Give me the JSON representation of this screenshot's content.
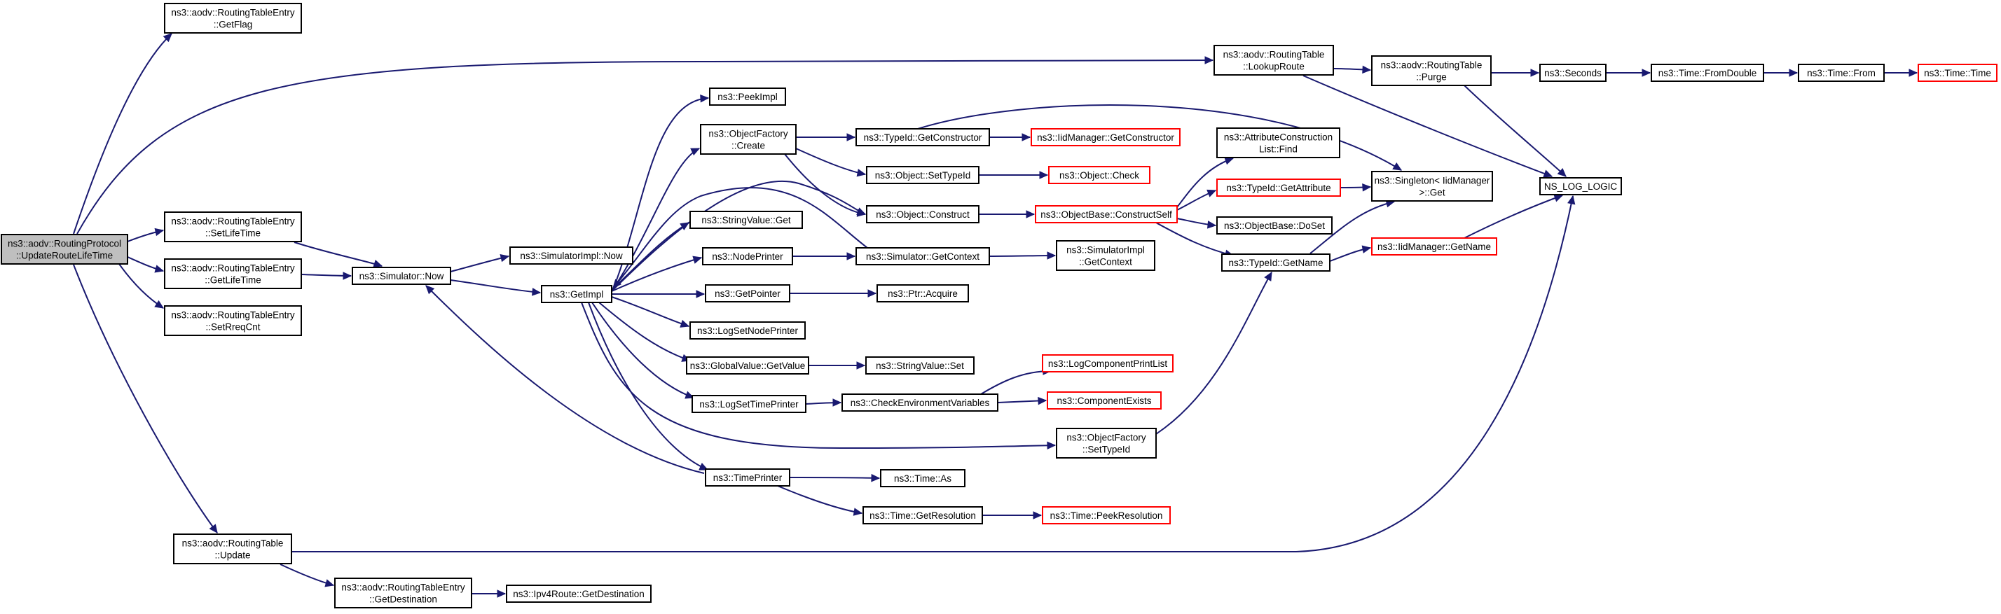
{
  "colors": {
    "edge": "#191970",
    "node_border": "#000000",
    "node_border_truncated": "#ff0000",
    "node_fill": "#ffffff",
    "root_fill": "#bfbfbf"
  },
  "nodes": {
    "root": {
      "lines": [
        "ns3::aodv::RoutingProtocol",
        "::UpdateRouteLifeTime"
      ]
    },
    "getflag": {
      "lines": [
        "ns3::aodv::RoutingTableEntry",
        "::GetFlag"
      ]
    },
    "lookuproute": {
      "lines": [
        "ns3::aodv::RoutingTable",
        "::LookupRoute"
      ]
    },
    "purge": {
      "lines": [
        "ns3::aodv::RoutingTable",
        "::Purge"
      ]
    },
    "seconds": {
      "lines": [
        "ns3::Seconds"
      ]
    },
    "fromdouble": {
      "lines": [
        "ns3::Time::FromDouble"
      ]
    },
    "timefrom": {
      "lines": [
        "ns3::Time::From"
      ]
    },
    "timetime": {
      "lines": [
        "ns3::Time::Time"
      ]
    },
    "nslog": {
      "lines": [
        "NS_LOG_LOGIC"
      ]
    },
    "setlifetime": {
      "lines": [
        "ns3::aodv::RoutingTableEntry",
        "::SetLifeTime"
      ]
    },
    "getlifetime": {
      "lines": [
        "ns3::aodv::RoutingTableEntry",
        "::GetLifeTime"
      ]
    },
    "setrreqcnt": {
      "lines": [
        "ns3::aodv::RoutingTableEntry",
        "::SetRreqCnt"
      ]
    },
    "simnow": {
      "lines": [
        "ns3::Simulator::Now"
      ]
    },
    "simimplnow": {
      "lines": [
        "ns3::SimulatorImpl::Now"
      ]
    },
    "getimpl": {
      "lines": [
        "ns3::GetImpl"
      ]
    },
    "peekimpl": {
      "lines": [
        "ns3::PeekImpl"
      ]
    },
    "ofcreate": {
      "lines": [
        "ns3::ObjectFactory",
        "::Create"
      ]
    },
    "tidgetctor": {
      "lines": [
        "ns3::TypeId::GetConstructor"
      ]
    },
    "iidgetctor": {
      "lines": [
        "ns3::IidManager::GetConstructor"
      ]
    },
    "objsettypeid": {
      "lines": [
        "ns3::Object::SetTypeId"
      ]
    },
    "objcheck": {
      "lines": [
        "ns3::Object::Check"
      ]
    },
    "objconstruct": {
      "lines": [
        "ns3::Object::Construct"
      ]
    },
    "obconstructself": {
      "lines": [
        "ns3::ObjectBase::ConstructSelf"
      ]
    },
    "attrfind": {
      "lines": [
        "ns3::AttributeConstruction",
        "List::Find"
      ]
    },
    "tidgetattr": {
      "lines": [
        "ns3::TypeId::GetAttribute"
      ]
    },
    "singleton": {
      "lines": [
        "ns3::Singleton< IidManager",
        ">::Get"
      ]
    },
    "obdoset": {
      "lines": [
        "ns3::ObjectBase::DoSet"
      ]
    },
    "tidgetname": {
      "lines": [
        "ns3::TypeId::GetName"
      ]
    },
    "iidgetname": {
      "lines": [
        "ns3::IidManager::GetName"
      ]
    },
    "strvalget": {
      "lines": [
        "ns3::StringValue::Get"
      ]
    },
    "nodeprinter": {
      "lines": [
        "ns3::NodePrinter"
      ]
    },
    "simgetctx": {
      "lines": [
        "ns3::Simulator::GetContext"
      ]
    },
    "simimplgetctx": {
      "lines": [
        "ns3::SimulatorImpl",
        "::GetContext"
      ]
    },
    "getpointer": {
      "lines": [
        "ns3::GetPointer"
      ]
    },
    "ptracquire": {
      "lines": [
        "ns3::Ptr::Acquire"
      ]
    },
    "logsetnode": {
      "lines": [
        "ns3::LogSetNodePrinter"
      ]
    },
    "gvgetvalue": {
      "lines": [
        "ns3::GlobalValue::GetValue"
      ]
    },
    "strvalset": {
      "lines": [
        "ns3::StringValue::Set"
      ]
    },
    "logsettime": {
      "lines": [
        "ns3::LogSetTimePrinter"
      ]
    },
    "checkenv": {
      "lines": [
        "ns3::CheckEnvironmentVariables"
      ]
    },
    "logcompprint": {
      "lines": [
        "ns3::LogComponentPrintList"
      ]
    },
    "compexists": {
      "lines": [
        "ns3::ComponentExists"
      ]
    },
    "ofsettypeid": {
      "lines": [
        "ns3::ObjectFactory",
        "::SetTypeId"
      ]
    },
    "timeprinter": {
      "lines": [
        "ns3::TimePrinter"
      ]
    },
    "timeas": {
      "lines": [
        "ns3::Time::As"
      ]
    },
    "timegetres": {
      "lines": [
        "ns3::Time::GetResolution"
      ]
    },
    "timepeekres": {
      "lines": [
        "ns3::Time::PeekResolution"
      ]
    },
    "rtupdate": {
      "lines": [
        "ns3::aodv::RoutingTable",
        "::Update"
      ]
    },
    "rtegetdest": {
      "lines": [
        "ns3::aodv::RoutingTableEntry",
        "::GetDestination"
      ]
    },
    "ipv4getdest": {
      "lines": [
        "ns3::Ipv4Route::GetDestination"
      ]
    }
  }
}
